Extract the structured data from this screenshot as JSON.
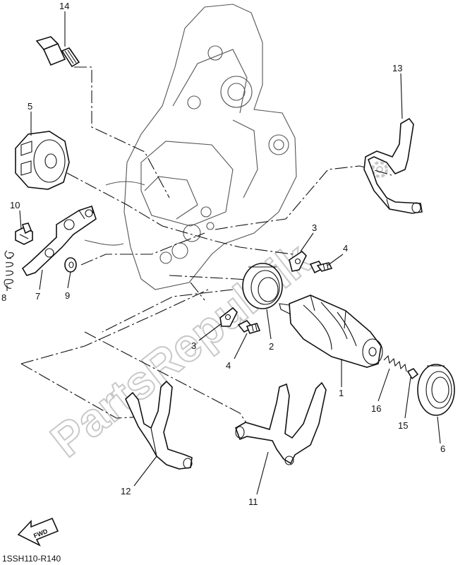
{
  "callouts": {
    "c1": "1",
    "c2": "2",
    "c3a": "3",
    "c3b": "3",
    "c4a": "4",
    "c4b": "4",
    "c5": "5",
    "c6": "6",
    "c7": "7",
    "c8": "8",
    "c9": "9",
    "c10": "10",
    "c11": "11",
    "c12": "12",
    "c13": "13",
    "c14": "14",
    "c15": "15",
    "c16": "16"
  },
  "fwd_label": "FWD",
  "diagram_code": "1SSH110-R140",
  "watermark": "PartsRepublik",
  "icons": {
    "direction": "fwd-arrow-icon",
    "logo": "gear-logo-icon"
  }
}
